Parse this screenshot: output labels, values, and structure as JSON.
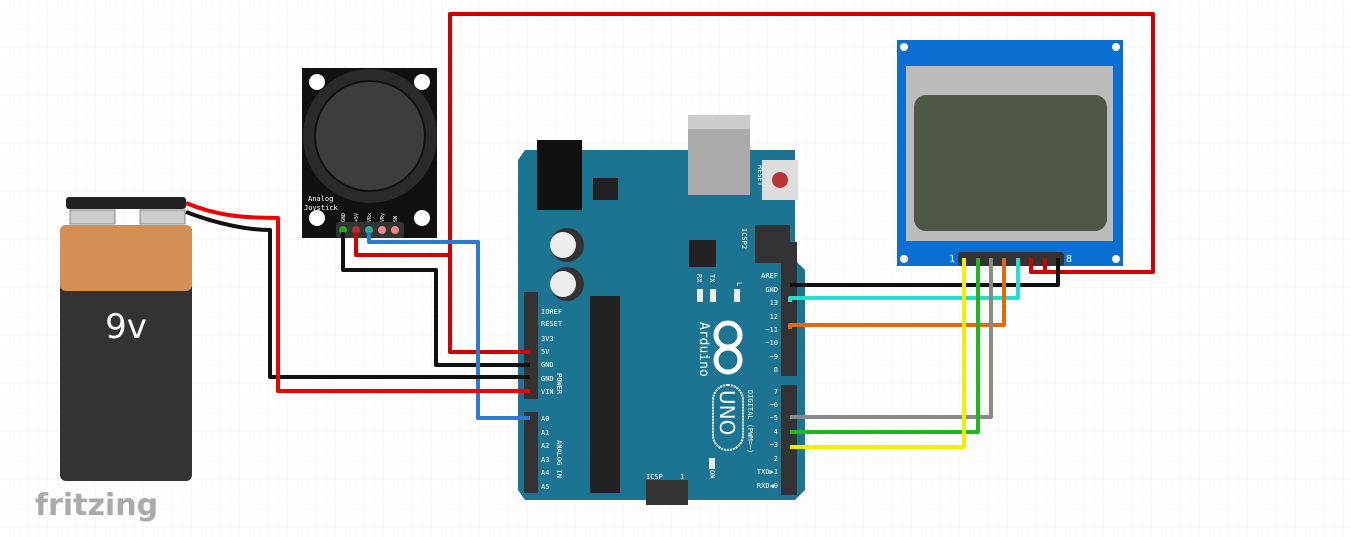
{
  "watermark": "fritzing",
  "battery": {
    "label": "9v"
  },
  "joystick": {
    "title_line1": "Analog",
    "title_line2": "Joystick",
    "pins": [
      "GND",
      "+5V",
      "VRx",
      "VRy",
      "SW"
    ]
  },
  "arduino": {
    "brand": "Arduino",
    "model": "UNO",
    "power_header": [
      "IOREF",
      "RESET",
      "3V3",
      "5V",
      "GND",
      "GND",
      "VIN"
    ],
    "power_label": "POWER",
    "analog_header": [
      "A0",
      "A1",
      "A2",
      "A3",
      "A4",
      "A5"
    ],
    "analog_label": "ANALOG IN",
    "digital_top": [
      "AREF",
      "GND",
      "13",
      "12",
      "~11",
      "~10",
      "~9",
      "8"
    ],
    "digital_bottom": [
      "7",
      "~6",
      "~5",
      "4",
      "~3",
      "2",
      "TXD▶1",
      "RXD◀0"
    ],
    "digital_label": "DIGITAL (PWM=~)",
    "reset_label": "RESET",
    "icsp_label": "ICSP",
    "icsp2_label": "ICSP2",
    "led_labels": {
      "rx": "RX",
      "tx": "TX",
      "l": "L",
      "on": "ON"
    },
    "icsp_pin1": "1"
  },
  "lcd": {
    "pin_first": "1",
    "pin_last": "8"
  },
  "colors": {
    "board": "#1b7491",
    "lcd_frame": "#0a6fd0",
    "lcd_screen": "#4f5747",
    "red": "#d10000",
    "black": "#111111",
    "blue": "#2a7ad5",
    "cyan": "#22e0d0",
    "orange": "#e06a10",
    "gray": "#8a8a8a",
    "green": "#1db81d",
    "yellow": "#f0f000"
  }
}
